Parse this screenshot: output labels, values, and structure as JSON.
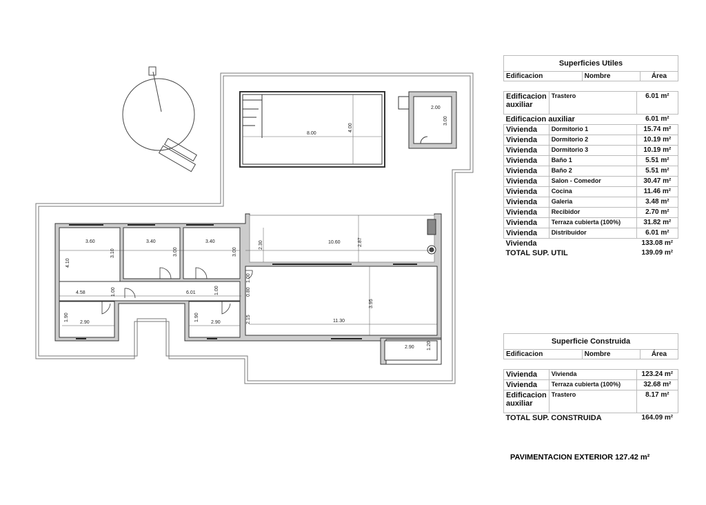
{
  "plan_dimensions": {
    "pool_length": "8.00",
    "pool_width": "4.00",
    "shed_width": "2.00",
    "shed_depth": "3.00",
    "bed1_width": "3.60",
    "bed1_depth": "4.10",
    "bed1_depth_inner": "3.10",
    "bed2_width": "3.40",
    "bed2_depth": "3.00",
    "bed3_width": "3.40",
    "bed3_depth": "3.00",
    "hall_left": "4.58",
    "hall_left_width": "1.00",
    "hall_length": "6.01",
    "hall_width": "1.00",
    "bath1_width": "2.90",
    "bath1_depth": "1.90",
    "bath2_width": "2.90",
    "bath2_depth": "1.90",
    "terrace_length": "10.60",
    "terrace_depth": "2.87",
    "terrace_side": "2.30",
    "entry_width": "1.00",
    "entry_door": "0.80",
    "entry_depth": "2.15",
    "salon_length": "11.30",
    "salon_depth": "3.95",
    "galeria_width": "2.90",
    "galeria_depth": "1.20"
  },
  "superficies_utiles": {
    "title": "Superficies Utiles",
    "headers": [
      "Edificacion",
      "Nombre",
      "Área"
    ],
    "rows": [
      {
        "edificacion": "Edificacion auxiliar",
        "nombre": "Trastero",
        "area": "6.01 m²"
      }
    ],
    "subtotal_aux": {
      "label": "Edificacion auxiliar",
      "area": "6.01 m²"
    },
    "vivienda_rows": [
      {
        "edificacion": "Vivienda",
        "nombre": "Dormitorio 1",
        "area": "15.74 m²"
      },
      {
        "edificacion": "Vivienda",
        "nombre": "Dormitorio 2",
        "area": "10.19 m²"
      },
      {
        "edificacion": "Vivienda",
        "nombre": "Dormitorio 3",
        "area": "10.19 m²"
      },
      {
        "edificacion": "Vivienda",
        "nombre": "Baño 1",
        "area": "5.51 m²"
      },
      {
        "edificacion": "Vivienda",
        "nombre": "Baño 2",
        "area": "5.51 m²"
      },
      {
        "edificacion": "Vivienda",
        "nombre": "Salon - Comedor",
        "area": "30.47 m²"
      },
      {
        "edificacion": "Vivienda",
        "nombre": "Cocina",
        "area": "11.46 m²"
      },
      {
        "edificacion": "Vivienda",
        "nombre": "Galeria",
        "area": "3.48 m²"
      },
      {
        "edificacion": "Vivienda",
        "nombre": "Recibidor",
        "area": "2.70 m²"
      },
      {
        "edificacion": "Vivienda",
        "nombre": "Terraza cubierta (100%)",
        "area": "31.82 m²"
      },
      {
        "edificacion": "Vivienda",
        "nombre": "Distribuidor",
        "area": "6.01 m²"
      }
    ],
    "subtotal_vivienda": {
      "label": "Vivienda",
      "area": "133.08 m²"
    },
    "total": {
      "label": "TOTAL SUP. UTIL",
      "area": "139.09 m²"
    }
  },
  "superficie_construida": {
    "title": "Superficie Construida",
    "headers": [
      "Edificacion",
      "Nombre",
      "Área"
    ],
    "rows": [
      {
        "edificacion": "Vivienda",
        "nombre": "Vivienda",
        "area": "123.24 m²"
      },
      {
        "edificacion": "Vivienda",
        "nombre": "Terraza cubierta (100%)",
        "area": "32.68 m²"
      },
      {
        "edificacion": "Edificacion auxiliar",
        "nombre": "Trastero",
        "area": "8.17 m²"
      }
    ],
    "total": {
      "label": "TOTAL SUP. CONSTRUIDA",
      "area": "164.09 m²"
    }
  },
  "pavimentacion": "PAVIMENTACION EXTERIOR 127.42 m²"
}
